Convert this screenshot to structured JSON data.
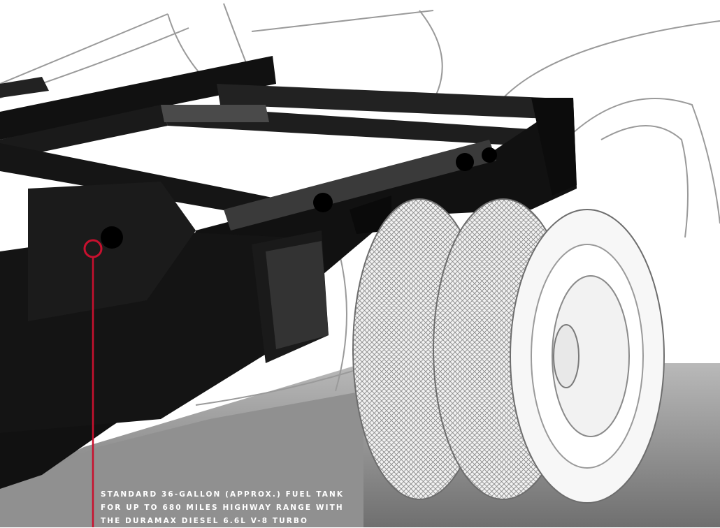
{
  "colors": {
    "background": "#ffffff",
    "frame": "#111111",
    "frame_highlight": "#4a4a4a",
    "body_outline": "#9a9a9a",
    "tire_mesh": "#7d7d7d",
    "ground_shadow": "#8c8c8c",
    "callout_marker": "#c8102e",
    "callout_text": "#ffffff"
  },
  "illustration": {
    "subject": "truck-chassis-cutaway",
    "parts": [
      "ladder-frame",
      "fuel-tank",
      "dual-rear-wheels",
      "body-outline"
    ]
  },
  "callout": {
    "marker_icon": "circle-marker-icon",
    "lines": [
      "STANDARD 36-GALLON (APPROX.) FUEL TANK",
      "FOR UP TO 680 MILES HIGHWAY RANGE WITH",
      "THE DURAMAX DIESEL 6.6L V-8 TURBO"
    ]
  }
}
